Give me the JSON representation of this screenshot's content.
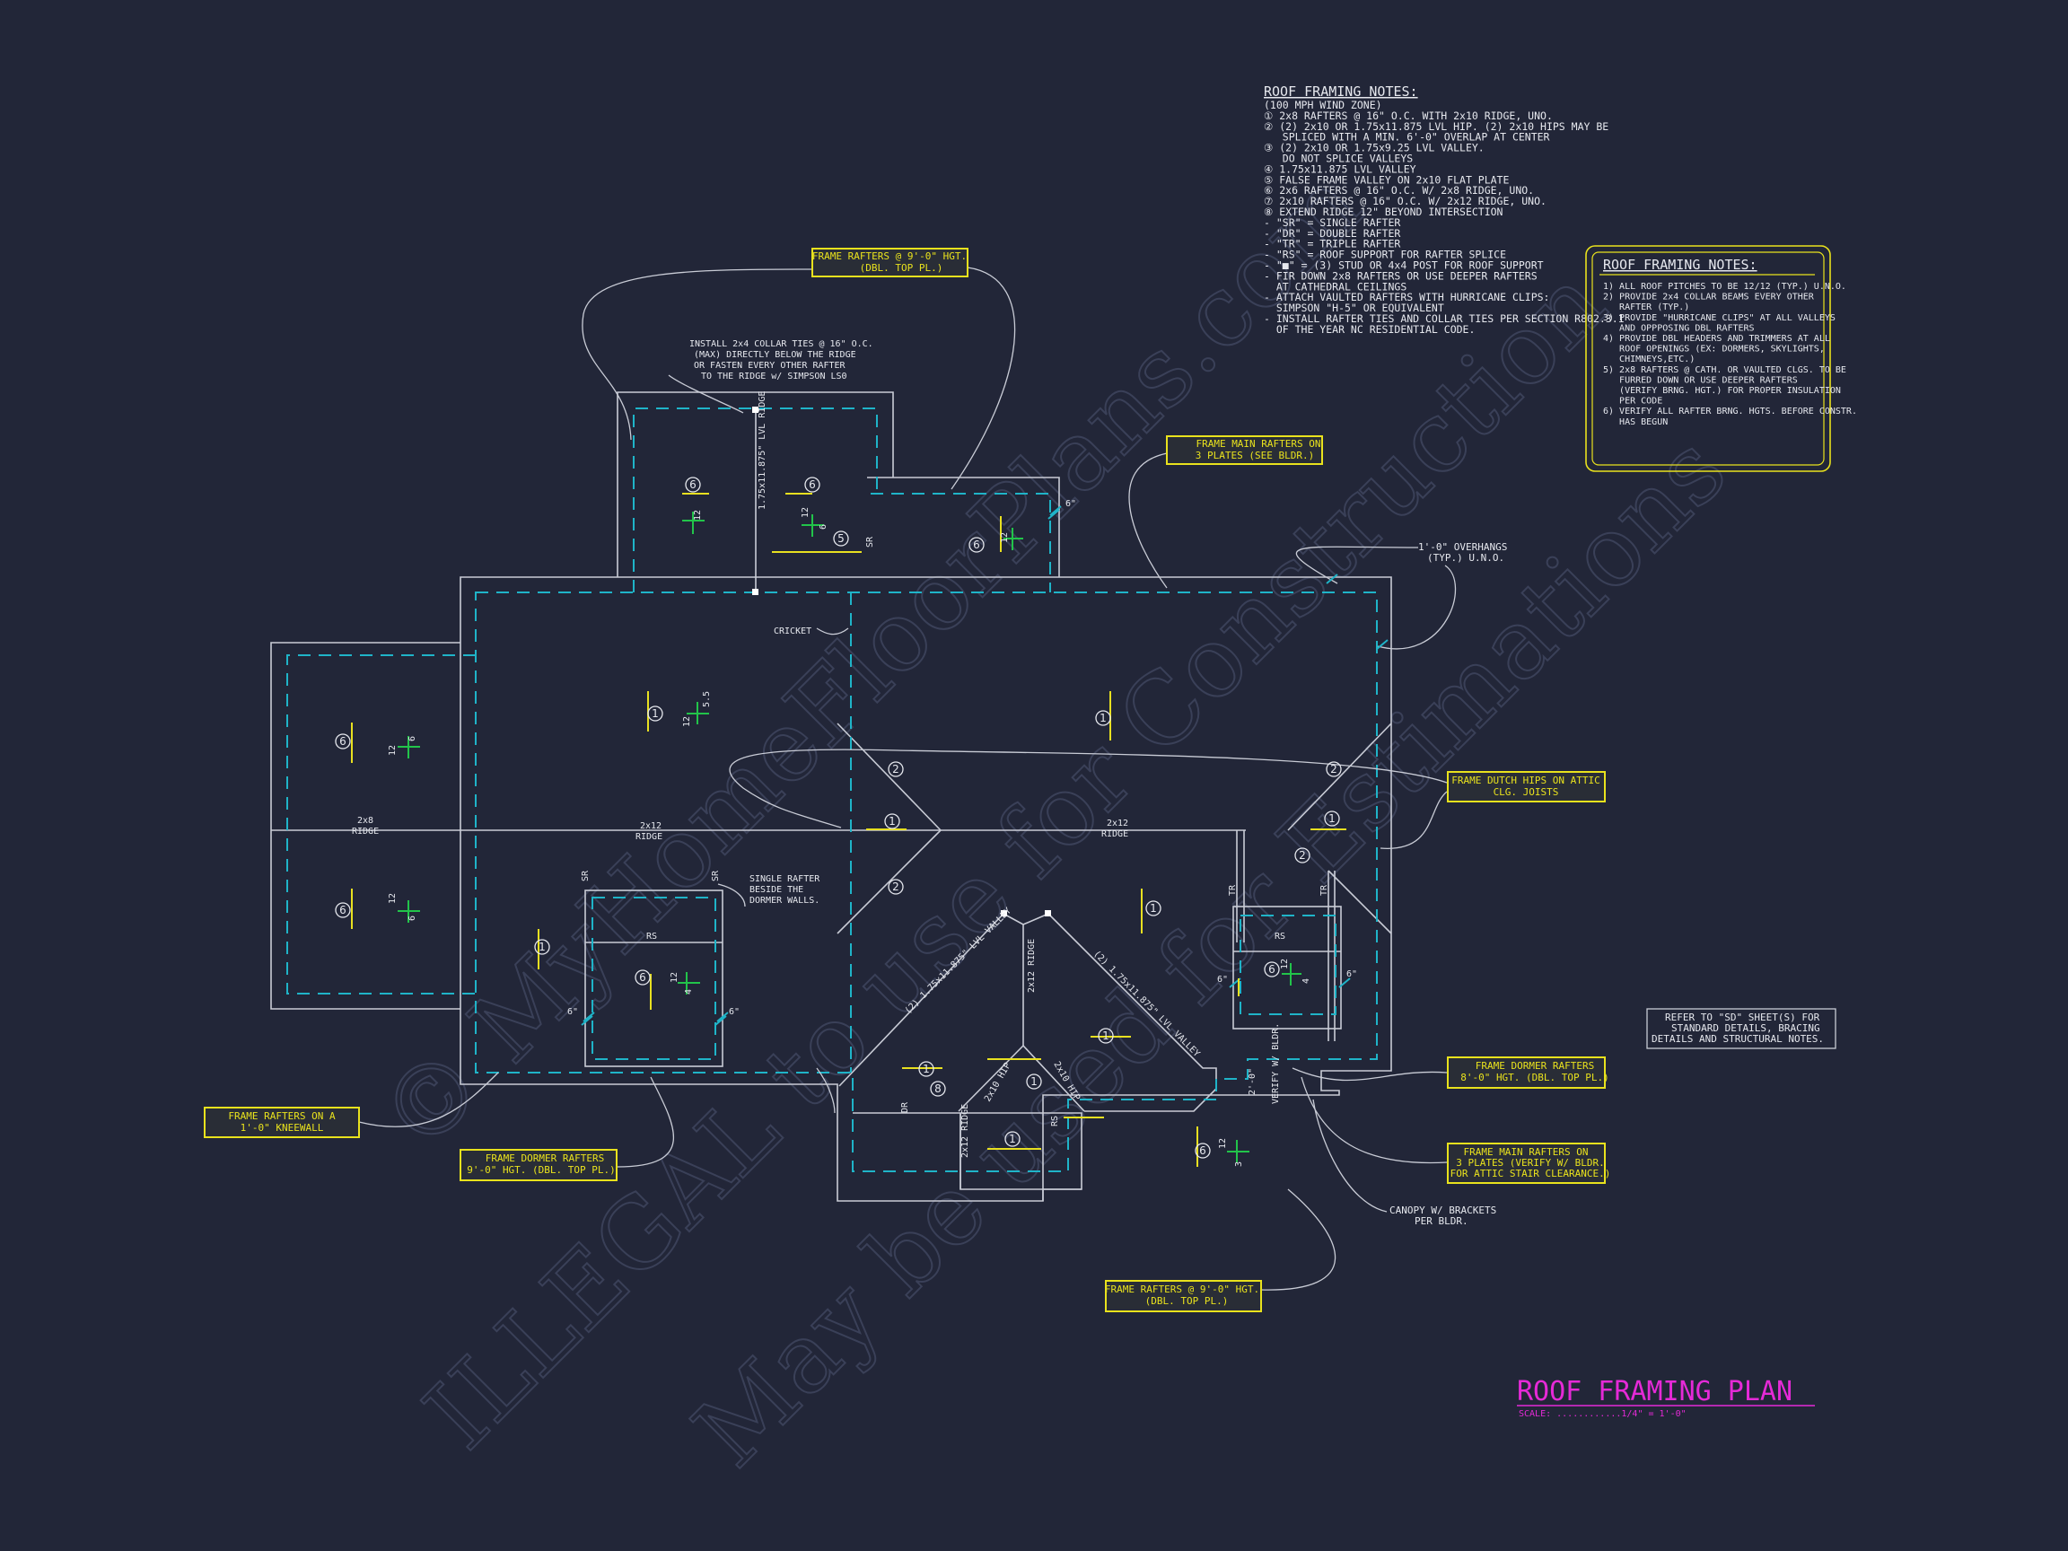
{
  "watermark": {
    "line1": "© MyHomeFloorPlans.com",
    "line2": "ILLEGAL to use for Construction",
    "line3": "May be used for Estimations"
  },
  "notes": {
    "title": "ROOF FRAMING NOTES:",
    "lines": [
      "(100 MPH WIND ZONE)",
      "① 2x8 RAFTERS @ 16\" O.C. WITH 2x10 RIDGE, UNO.",
      "② (2) 2x10 OR 1.75x11.875 LVL HIP. (2) 2x10 HIPS MAY BE",
      "   SPLICED WITH A MIN. 6'-0\" OVERLAP AT CENTER",
      "③ (2) 2x10 OR 1.75x9.25 LVL VALLEY.",
      "   DO NOT SPLICE VALLEYS",
      "④ 1.75x11.875 LVL VALLEY",
      "⑤ FALSE FRAME VALLEY ON 2x10 FLAT PLATE",
      "⑥ 2x6 RAFTERS @ 16\" O.C. W/ 2x8 RIDGE, UNO.",
      "⑦ 2x10 RAFTERS @ 16\" O.C. W/ 2x12 RIDGE, UNO.",
      "⑧ EXTEND RIDGE 12\" BEYOND INTERSECTION",
      "- \"SR\" = SINGLE RAFTER",
      "- \"DR\" = DOUBLE RAFTER",
      "- \"TR\" = TRIPLE RAFTER",
      "- \"RS\" = ROOF SUPPORT FOR RAFTER SPLICE",
      "- \"■\" = (3) STUD OR 4x4 POST FOR ROOF SUPPORT",
      "- FIR DOWN 2x8 RAFTERS OR USE DEEPER RAFTERS",
      "  AT CATHEDRAL CEILINGS",
      "- ATTACH VAULTED RAFTERS WITH HURRICANE CLIPS:",
      "  SIMPSON \"H-5\" OR EQUIVALENT",
      "- INSTALL RAFTER TIES AND COLLAR TIES PER SECTION R802.3.1",
      "  OF THE YEAR NC RESIDENTIAL CODE."
    ]
  },
  "notes_box": {
    "title": "ROOF FRAMING NOTES:",
    "lines": [
      "1) ALL ROOF PITCHES TO BE 12/12 (TYP.) U.N.O.",
      "2) PROVIDE 2x4 COLLAR BEAMS EVERY OTHER",
      "   RAFTER (TYP.)",
      "3) PROVIDE \"HURRICANE CLIPS\" AT ALL VALLEYS",
      "   AND OPPPOSING DBL RAFTERS",
      "4) PROVIDE DBL HEADERS AND TRIMMERS AT ALL",
      "   ROOF OPENINGS (EX: DORMERS, SKYLIGHTS,",
      "   CHIMNEYS,ETC.)",
      "5) 2x8 RAFTERS @ CATH. OR VAULTED CLGS. TO BE",
      "   FURRED DOWN OR USE DEEPER RAFTERS",
      "   (VERIFY BRNG. HGT.) FOR PROPER INSULATION",
      "   PER CODE",
      "6) VERIFY ALL RAFTER BRNG. HGTS. BEFORE CONSTR.",
      "   HAS BEGUN"
    ]
  },
  "callouts": [
    {
      "lines": [
        "FRAME RAFTERS @ 9'-0\" HGT.",
        "(DBL. TOP PL.)"
      ]
    },
    {
      "lines": [
        "FRAME MAIN RAFTERS ON",
        "3 PLATES  (SEE BLDR.)"
      ]
    },
    {
      "lines": [
        "FRAME DUTCH HIPS ON ATTIC",
        "CLG. JOISTS"
      ]
    },
    {
      "lines": [
        "FRAME DORMER RAFTERS",
        "8'-0\" HGT. (DBL. TOP PL.)"
      ]
    },
    {
      "lines": [
        "FRAME MAIN RAFTERS ON",
        "3 PLATES  (VERIFY W/ BLDR.",
        "FOR ATTIC STAIR CLEARANCE.)"
      ]
    },
    {
      "lines": [
        "FRAME RAFTERS @ 9'-0\" HGT.",
        "(DBL. TOP PL.)"
      ]
    },
    {
      "lines": [
        "FRAME RAFTERS ON A",
        "1'-0\" KNEEWALL"
      ]
    },
    {
      "lines": [
        "FRAME DORMER RAFTERS",
        "9'-0\" HGT. (DBL. TOP PL.)"
      ]
    }
  ],
  "labels": {
    "collar": [
      "INSTALL 2x4 COLLAR TIES @ 16\" O.C.",
      "(MAX) DIRECTLY BELOW THE RIDGE",
      "OR FASTEN EVERY OTHER RAFTER",
      "TO THE RIDGE w/ SIMPSON LS0"
    ],
    "overhang": [
      "1'-0\" OVERHANGS",
      "(TYP.) U.N.O."
    ],
    "cricket": "CRICKET",
    "single_rafter": [
      "SINGLE RAFTER",
      "BESIDE THE",
      "DORMER WALLS."
    ],
    "canopy": [
      "CANOPY W/ BRACKETS",
      "PER BLDR."
    ],
    "refer": [
      "REFER TO \"SD\" SHEET(S) FOR",
      "STANDARD DETAILS, BRACING",
      "DETAILS AND STRUCTURAL NOTES."
    ],
    "lvl_ridge": "1.75x11.875\" LVL RIDGE",
    "ridge_2x8": [
      "2x8",
      "RIDGE"
    ],
    "ridge_2x12_a": [
      "2x12",
      "RIDGE"
    ],
    "ridge_2x12_b": [
      "2x12",
      "RIDGE"
    ],
    "ridge_2x12_c": "2x12 RIDGE",
    "ridge_2x12_d": "2x12 RIDGE",
    "valley_l": "(2) 1.75x11.875\" LVL VALLEY",
    "valley_r": "(2) 1.75x11.875\" LVL VALLEY",
    "hip_l": "2x10 HIP",
    "hip_r": "2x10 HIP",
    "verify": "VERIFY W/ BLDR.",
    "sr": "SR",
    "rs": "RS",
    "tr": "TR",
    "dr": "DR",
    "six_in": "6\"",
    "two_ft": "2'-0\""
  },
  "pitches": [
    "12",
    "6",
    "12",
    "5.5",
    "3",
    "4",
    "12"
  ],
  "title": {
    "main": "ROOF FRAMING PLAN",
    "scale": "SCALE: ............1/4\" = 1'-0\""
  }
}
